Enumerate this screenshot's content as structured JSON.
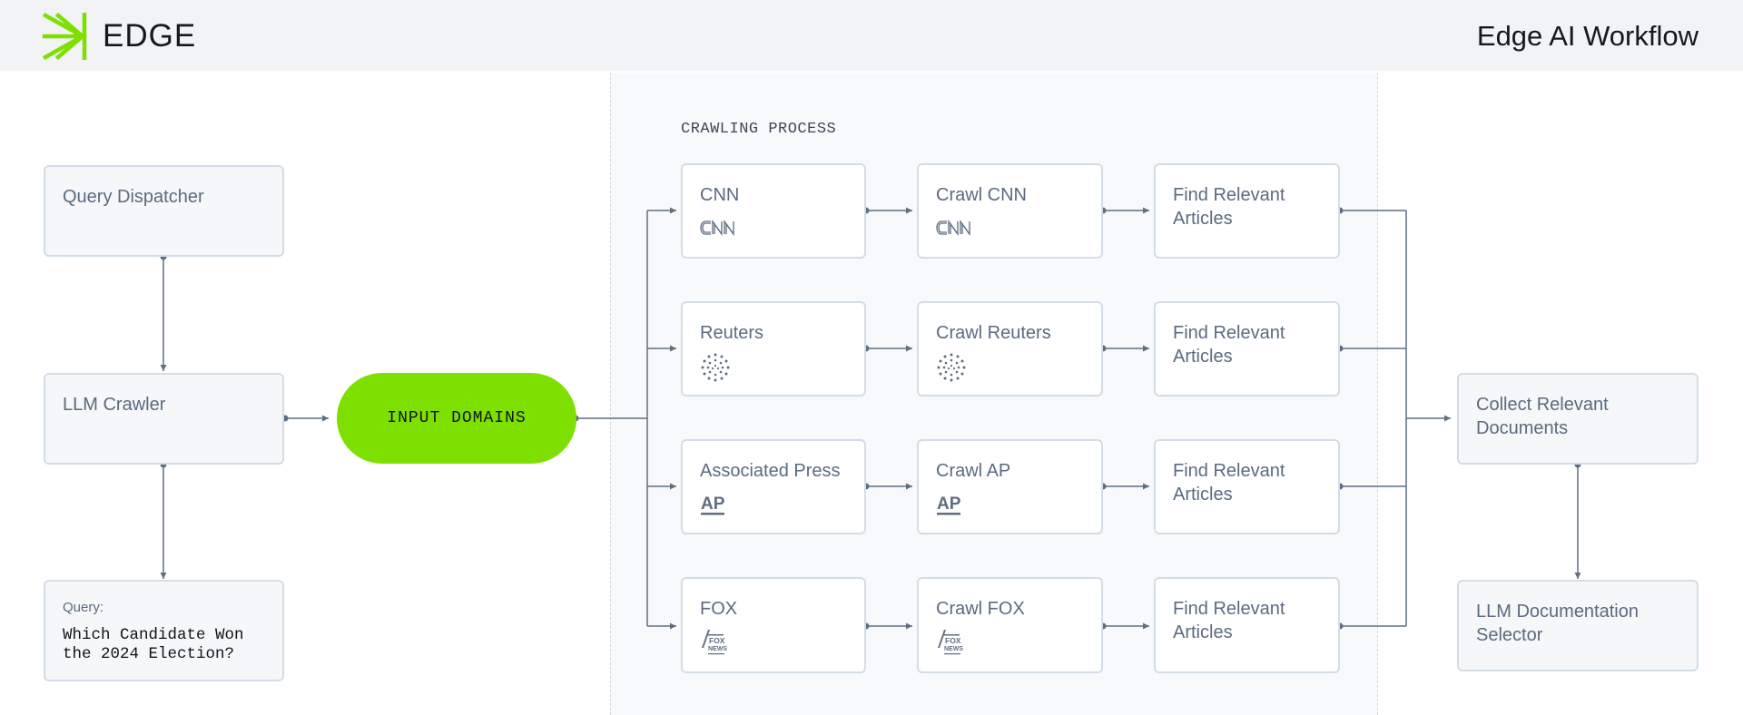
{
  "header": {
    "brand": "EDGE",
    "title": "Edge AI Workflow"
  },
  "crawling": {
    "section_label": "CRAWLING PROCESS"
  },
  "left_nodes": {
    "query_dispatcher": "Query Dispatcher",
    "llm_crawler": "LLM Crawler",
    "query_caption": "Query:",
    "query_text": "Which Candidate Won the 2024 Election?"
  },
  "input_domains": "INPUT DOMAINS",
  "sources": [
    {
      "name": "CNN",
      "crawl": "Crawl CNN",
      "find": "Find Relevant Articles",
      "logo": "cnn-logo"
    },
    {
      "name": "Reuters",
      "crawl": "Crawl Reuters",
      "find": "Find Relevant Articles",
      "logo": "reuters-logo"
    },
    {
      "name": "Associated Press",
      "crawl": "Crawl AP",
      "find": "Find Relevant Articles",
      "logo": "ap-logo"
    },
    {
      "name": "FOX",
      "crawl": "Crawl FOX",
      "find": "Find Relevant Articles",
      "logo": "fox-news-logo"
    }
  ],
  "right_nodes": {
    "collect": "Collect Relevant Documents",
    "selector": "LLM Documentation Selector"
  },
  "colors": {
    "accent": "#7ee000",
    "connector": "#5f6e82",
    "box_border": "#d3dde7"
  }
}
